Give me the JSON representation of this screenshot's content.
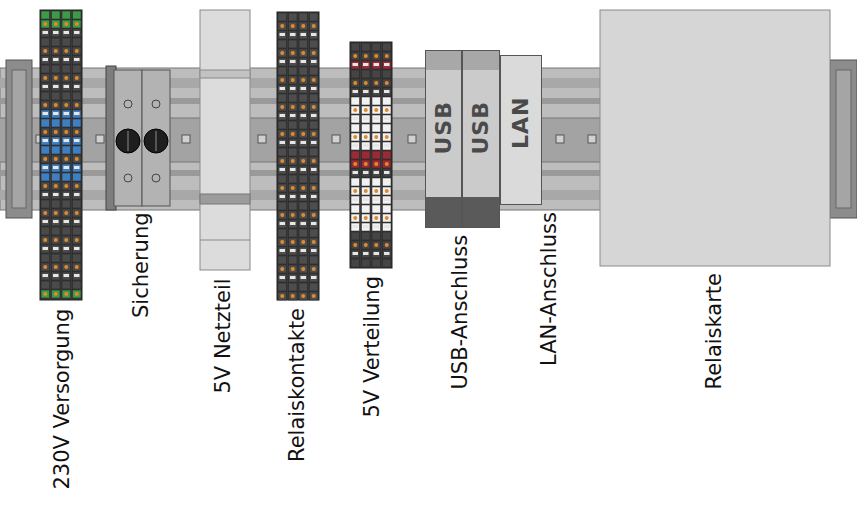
{
  "diagram": {
    "nodes": [
      {
        "text": [
          "USB"
        ]
      },
      {
        "text": [
          "USB"
        ]
      },
      {
        "text": [
          "LAN"
        ]
      }
    ],
    "labels": [
      "230V Versorgung",
      "Sicherung",
      "5V Netzteil",
      "Relaiskontakte",
      "5V Verteilung",
      "USB-Anschluss",
      "LAN-Anschluss",
      "Relaiskarte"
    ]
  }
}
